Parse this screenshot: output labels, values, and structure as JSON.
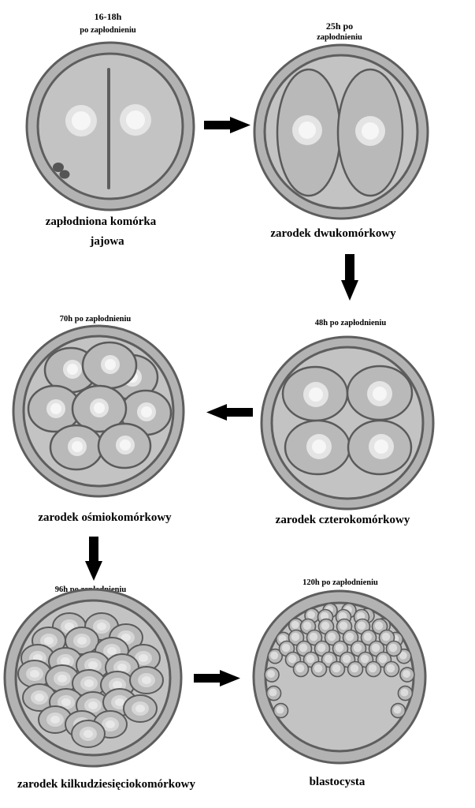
{
  "colors": {
    "membrane_fill": "#b3b3b3",
    "membrane_stroke": "#5e5e5e",
    "inner_fill": "#c3c3c3",
    "cell_fill": "#b9b9b9",
    "cell_stroke": "#5a5a5a",
    "nucleus": "#e4e4e4",
    "nucleus_glow": "#f6f6f6",
    "arrow": "#000000",
    "text": "#000000"
  },
  "stages": [
    {
      "time_lines": [
        "16-18h",
        "po zapłodnieniu"
      ],
      "label_lines": [
        "zapłodniona komórka",
        "jajowa"
      ]
    },
    {
      "time_lines": [
        "25h po",
        "zapłodnieniu"
      ],
      "label_lines": [
        "zarodek dwukomórkowy"
      ]
    },
    {
      "time_lines": [
        "48h po zapłodnieniu"
      ],
      "label_lines": [
        "zarodek czterokomórkowy"
      ]
    },
    {
      "time_lines": [
        "70h po zapłodnieniu"
      ],
      "label_lines": [
        "zarodek ośmiokomórkowy"
      ]
    },
    {
      "time_lines": [
        "96h po zapłodnieniu"
      ],
      "label_lines": [
        "zarodek kilkudziesięciokomórkowy"
      ]
    },
    {
      "time_lines": [
        "120h po zapłodnieniu"
      ],
      "label_lines": [
        "blastocysta"
      ]
    }
  ],
  "arrows": [
    {
      "from": "stage-1",
      "to": "stage-2",
      "direction": "right"
    },
    {
      "from": "stage-2",
      "to": "stage-3",
      "direction": "down"
    },
    {
      "from": "stage-3",
      "to": "stage-4",
      "direction": "left"
    },
    {
      "from": "stage-4",
      "to": "stage-5",
      "direction": "down"
    },
    {
      "from": "stage-5",
      "to": "stage-6",
      "direction": "right"
    }
  ]
}
